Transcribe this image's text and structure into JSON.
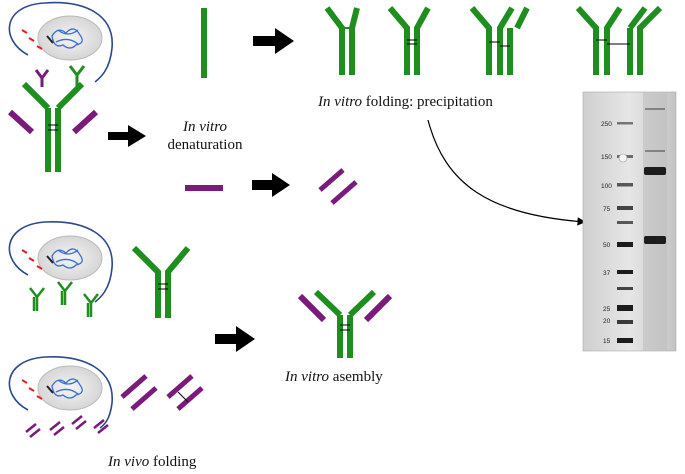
{
  "captions": {
    "folding_precipitation": {
      "italic": "In vitro",
      "rest": " folding: precipitation"
    },
    "denaturation": {
      "italic": "In vitro",
      "rest": "denaturation"
    },
    "assembly": {
      "italic": "In vitro",
      "rest": " asembly"
    },
    "in_vivo": {
      "italic": "In vivo",
      "rest": " folding"
    }
  },
  "gel": {
    "ladder_markers": [
      "250",
      "150",
      "100",
      "75",
      "50",
      "37",
      "25",
      "20",
      "15"
    ]
  },
  "colors": {
    "heavy_chain": "#1e8f1e",
    "light_chain": "#7a1a7a",
    "arrow": "#000000",
    "cell_outline": "#2a4a8a",
    "dna": "#3a6fd0",
    "mrna": "#e02020"
  }
}
